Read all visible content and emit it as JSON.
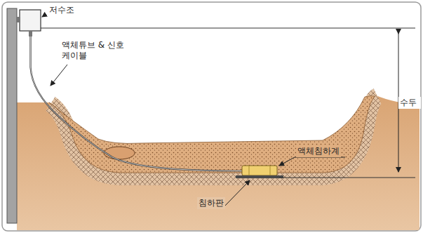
{
  "diagram": {
    "labels": [
      "저수조",
      "액체튜브 & 신호케이블",
      "액체침하계",
      "수두",
      "침하판"
    ]
  }
}
